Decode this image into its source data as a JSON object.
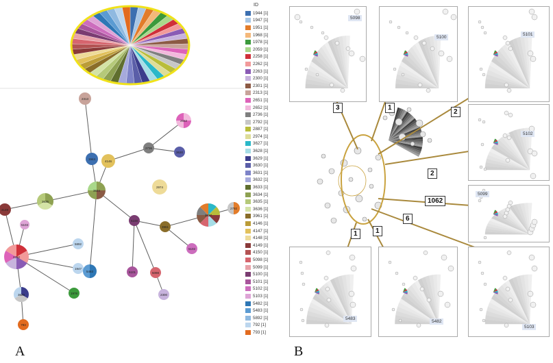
{
  "panel_a": {
    "label": "A",
    "legend_title": "ID",
    "legend": [
      {
        "name": "1944 [1]",
        "color": "#3c6fb0"
      },
      {
        "name": "1947 [1]",
        "color": "#a8c7e6"
      },
      {
        "name": "1951 [1]",
        "color": "#e27c2a"
      },
      {
        "name": "1968 [1]",
        "color": "#f4b87a"
      },
      {
        "name": "1978 [1]",
        "color": "#3c9a3c"
      },
      {
        "name": "2059 [1]",
        "color": "#a9d88a"
      },
      {
        "name": "2258 [1]",
        "color": "#d0303a"
      },
      {
        "name": "2262 [1]",
        "color": "#f29a9a"
      },
      {
        "name": "2263 [1]",
        "color": "#8a5bb5"
      },
      {
        "name": "2300 [1]",
        "color": "#c7b3dd"
      },
      {
        "name": "2301 [1]",
        "color": "#8c5a44"
      },
      {
        "name": "2313 [1]",
        "color": "#c8a39a"
      },
      {
        "name": "2651 [1]",
        "color": "#dd62b9"
      },
      {
        "name": "2652 [1]",
        "color": "#f2b8dc"
      },
      {
        "name": "2736 [1]",
        "color": "#7f7f7f"
      },
      {
        "name": "2792 [1]",
        "color": "#c7c7c7"
      },
      {
        "name": "2887 [1]",
        "color": "#b9bd3a"
      },
      {
        "name": "2974 [1]",
        "color": "#dedd98"
      },
      {
        "name": "3627 [1]",
        "color": "#2ab8c8"
      },
      {
        "name": "3628 [1]",
        "color": "#a6dde6"
      },
      {
        "name": "3629 [1]",
        "color": "#3b3d8c"
      },
      {
        "name": "3630 [1]",
        "color": "#5a5ea8"
      },
      {
        "name": "3631 [1]",
        "color": "#7d83c8"
      },
      {
        "name": "3632 [1]",
        "color": "#a6aadc"
      },
      {
        "name": "3633 [1]",
        "color": "#5f6e2e"
      },
      {
        "name": "3634 [1]",
        "color": "#8ea152"
      },
      {
        "name": "3635 [1]",
        "color": "#b5c979"
      },
      {
        "name": "3636 [1]",
        "color": "#d4e3a6"
      },
      {
        "name": "3961 [1]",
        "color": "#8a6d29"
      },
      {
        "name": "4146 [1]",
        "color": "#bb9c38"
      },
      {
        "name": "4147 [1]",
        "color": "#e2c15c"
      },
      {
        "name": "4148 [1]",
        "color": "#eedb98"
      },
      {
        "name": "4149 [1]",
        "color": "#8a3a39"
      },
      {
        "name": "4150 [1]",
        "color": "#b35252"
      },
      {
        "name": "5098 [1]",
        "color": "#d6656e"
      },
      {
        "name": "5099 [1]",
        "color": "#e8a1a8"
      },
      {
        "name": "5100 [1]",
        "color": "#7a3c71"
      },
      {
        "name": "5101 [1]",
        "color": "#a8559c"
      },
      {
        "name": "5102 [1]",
        "color": "#cc6dbd"
      },
      {
        "name": "5103 [1]",
        "color": "#dea4d6"
      },
      {
        "name": "5482 [1]",
        "color": "#2e77b5"
      },
      {
        "name": "5483 [1]",
        "color": "#5b9bd2"
      },
      {
        "name": "5892 [1]",
        "color": "#8fb9e0"
      },
      {
        "name": "792 [1]",
        "color": "#bcd6ee"
      },
      {
        "name": "793 [1]",
        "color": "#e26b1f"
      }
    ],
    "nodes": [
      {
        "label": "2313",
        "color": "#c8a39a"
      },
      {
        "label": "2652",
        "color": "#f2b8dc"
      },
      {
        "label": "1944",
        "color": "#3c6fb0"
      },
      {
        "label": "4146",
        "color": "#e2c15c"
      },
      {
        "label": "2736",
        "color": "#7f7f7f"
      },
      {
        "label": "3630",
        "color": "#5a5ea8"
      },
      {
        "label": "3634",
        "color": "#8ea152"
      },
      {
        "label": "2974",
        "color": "#eedb98"
      },
      {
        "label": "4149",
        "color": "#8a3a39"
      },
      {
        "label": "3635",
        "color": "#b5c979"
      },
      {
        "label": "3627",
        "color": "#2ab8c8"
      },
      {
        "label": "2792",
        "color": "#e27c2a"
      },
      {
        "label": "5100",
        "color": "#7a3c71"
      },
      {
        "label": "3961",
        "color": "#8a6d29"
      },
      {
        "label": "5103",
        "color": "#dea4d6"
      },
      {
        "label": "5892",
        "color": "#bcd6ee"
      },
      {
        "label": "2262",
        "color": "#d0303a"
      },
      {
        "label": "1947",
        "color": "#bcd6ee"
      },
      {
        "label": "5483",
        "color": "#2e77b5"
      },
      {
        "label": "5102",
        "color": "#cc6dbd"
      },
      {
        "label": "5101",
        "color": "#a8559c"
      },
      {
        "label": "5098",
        "color": "#d6656e"
      },
      {
        "label": "2300",
        "color": "#c7b3dd"
      },
      {
        "label": "1978",
        "color": "#3c9a3c"
      },
      {
        "label": "3629",
        "color": "#3b3d8c"
      },
      {
        "label": "793",
        "color": "#e26b1f"
      }
    ]
  },
  "panel_b": {
    "label": "B",
    "thumbnails": [
      {
        "id": "5098"
      },
      {
        "id": "5100"
      },
      {
        "id": "5101"
      },
      {
        "id": "5102"
      },
      {
        "id": "5099"
      },
      {
        "id": "5103"
      },
      {
        "id": "5482"
      },
      {
        "id": "5483"
      }
    ],
    "edge_badges": [
      "3",
      "1",
      "2",
      "2",
      "1062",
      "6",
      "1",
      "1"
    ]
  }
}
